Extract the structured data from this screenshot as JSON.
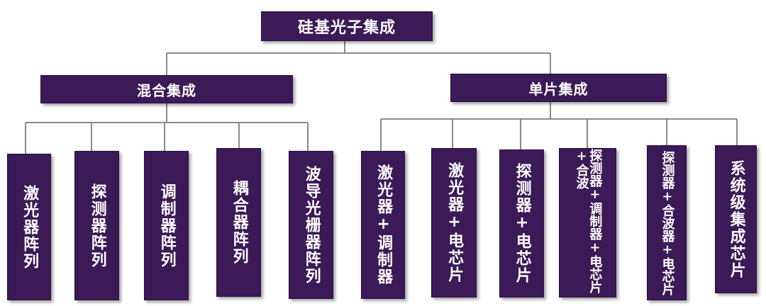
{
  "root": {
    "label": "硅基光子集成"
  },
  "branches": {
    "hybrid": {
      "label": "混合集成",
      "children": [
        "激光器阵列",
        "探测器阵列",
        "调制器阵列",
        "耦合器阵列",
        "波导光栅器阵列"
      ]
    },
    "monolithic": {
      "label": "单片集成",
      "children": [
        "激光器+调制器",
        "激光器+电芯片",
        "探测器+电芯片",
        "探测器+调制器+电芯片+合波",
        "探测器+合波器+电芯片",
        "系统级集成芯片"
      ]
    }
  },
  "colors": {
    "box": "#3b1a57",
    "line": "#8a8a8a",
    "text": "#ffffff"
  }
}
